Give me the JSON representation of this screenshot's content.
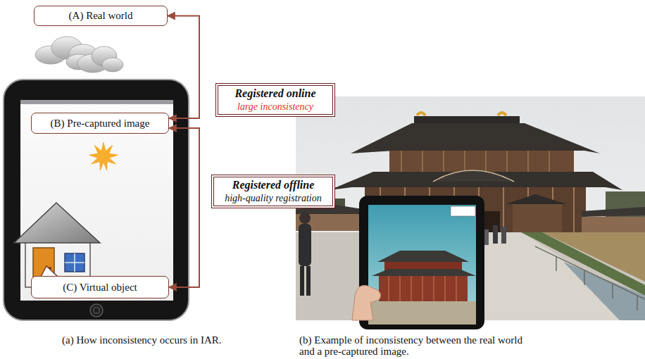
{
  "diagram": {
    "nodes": [
      {
        "text": [
          "(A) Real world"
        ]
      },
      {
        "text": [
          "Registered online",
          "large inconsistency"
        ]
      },
      {
        "text": [
          "(B) Pre-captured image"
        ]
      },
      {
        "text": [
          "Registered offline",
          "high-quality registration"
        ]
      },
      {
        "text": [
          "(C) Virtual object"
        ]
      }
    ],
    "edges": [
      {
        "from": 0,
        "to": 2,
        "arrow": "both"
      },
      {
        "from": 2,
        "to": 4,
        "arrow": "both"
      }
    ],
    "labels": [
      "(a) How inconsistency occurs in IAR.",
      "(b) Example of inconsistency between the real world and a pre-captured image."
    ]
  }
}
